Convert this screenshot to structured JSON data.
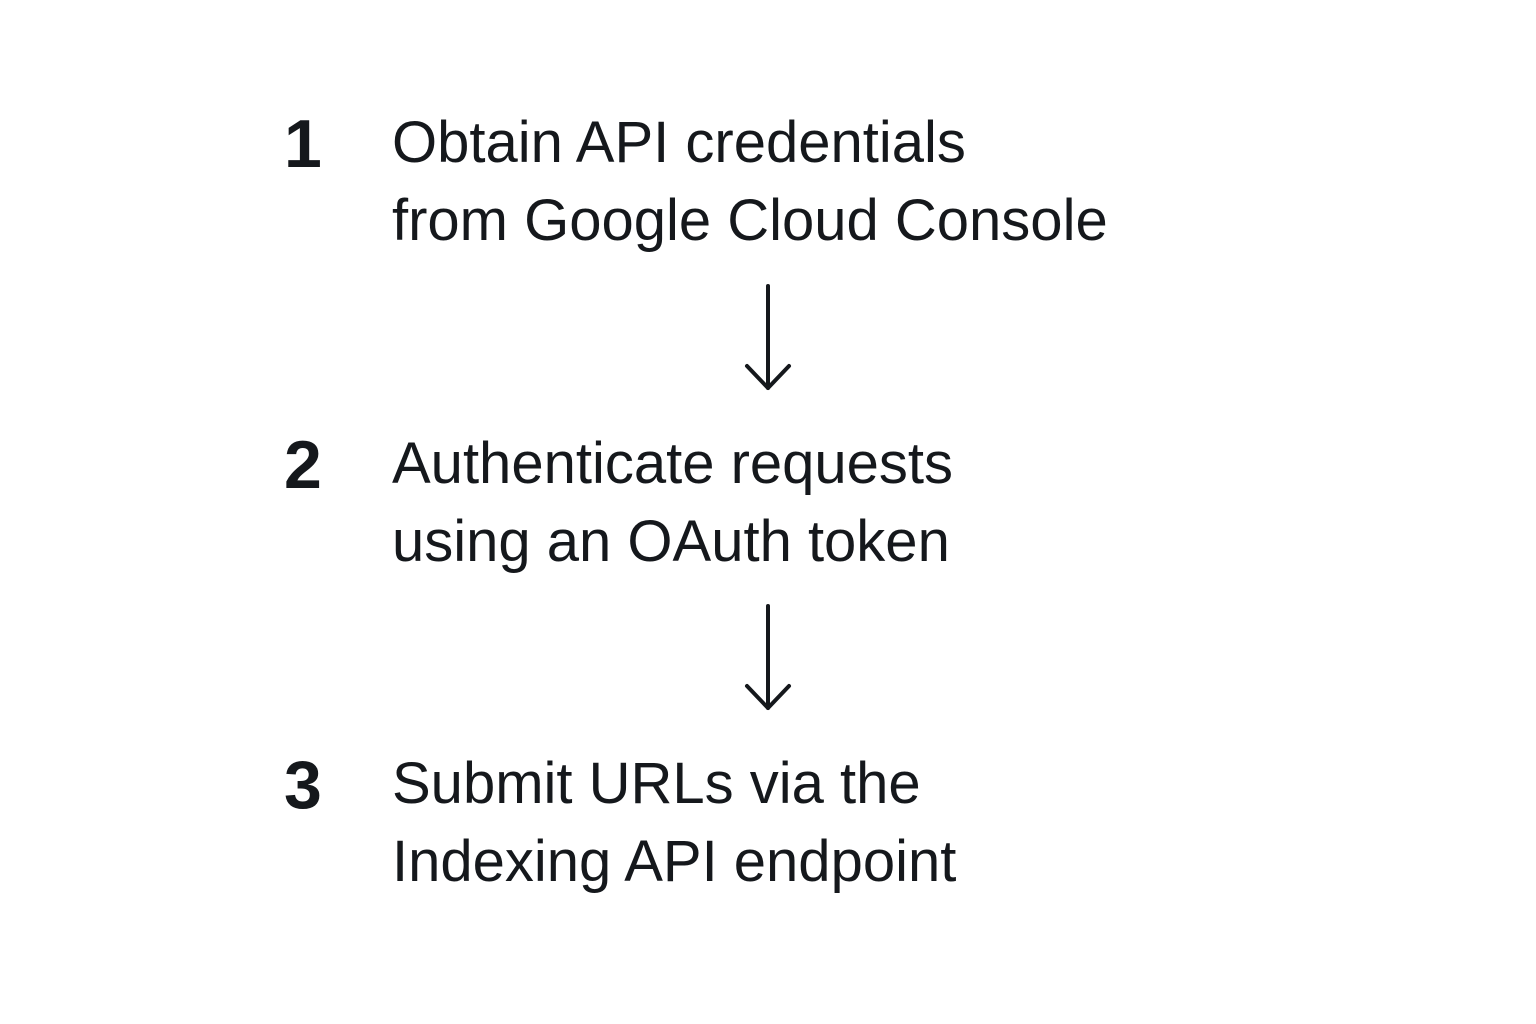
{
  "steps": [
    {
      "number": "1",
      "lines": [
        "Obtain API credentials",
        "from Google Cloud Console"
      ]
    },
    {
      "number": "2",
      "lines": [
        "Authenticate requests",
        "using an OAuth token"
      ]
    },
    {
      "number": "3",
      "lines": [
        "Submit URLs via the",
        "Indexing API endpoint"
      ]
    }
  ],
  "icons": {
    "arrow": "arrow-down-icon"
  },
  "colors": {
    "text": "#15181c",
    "background": "#ffffff"
  }
}
